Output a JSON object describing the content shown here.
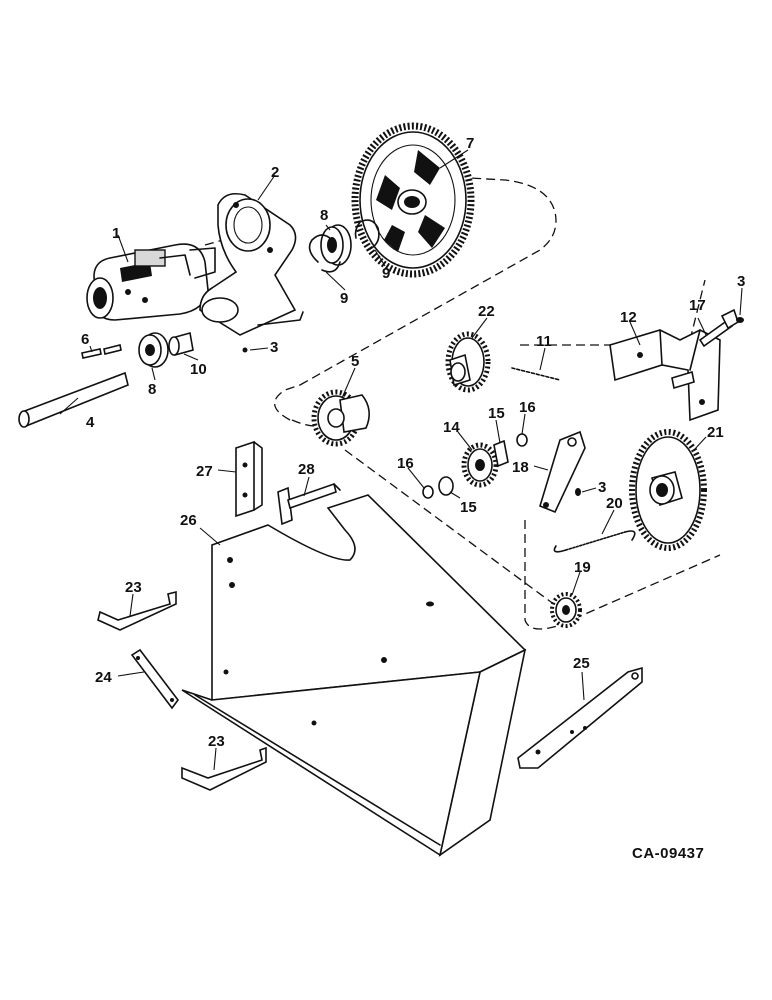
{
  "drawing_code": "CA-09437",
  "callouts": [
    {
      "id": "c1",
      "text": "1"
    },
    {
      "id": "c2",
      "text": "2"
    },
    {
      "id": "c3a",
      "text": "3"
    },
    {
      "id": "c3b",
      "text": "3"
    },
    {
      "id": "c3c",
      "text": "3"
    },
    {
      "id": "c4",
      "text": "4"
    },
    {
      "id": "c5",
      "text": "5"
    },
    {
      "id": "c6",
      "text": "6"
    },
    {
      "id": "c7",
      "text": "7"
    },
    {
      "id": "c8a",
      "text": "8"
    },
    {
      "id": "c8b",
      "text": "8"
    },
    {
      "id": "c9a",
      "text": "9"
    },
    {
      "id": "c9b",
      "text": "9"
    },
    {
      "id": "c10",
      "text": "10"
    },
    {
      "id": "c11",
      "text": "11"
    },
    {
      "id": "c12",
      "text": "12"
    },
    {
      "id": "c14",
      "text": "14"
    },
    {
      "id": "c15a",
      "text": "15"
    },
    {
      "id": "c15b",
      "text": "15"
    },
    {
      "id": "c16a",
      "text": "16"
    },
    {
      "id": "c16b",
      "text": "16"
    },
    {
      "id": "c17",
      "text": "17"
    },
    {
      "id": "c18",
      "text": "18"
    },
    {
      "id": "c19",
      "text": "19"
    },
    {
      "id": "c20",
      "text": "20"
    },
    {
      "id": "c21",
      "text": "21"
    },
    {
      "id": "c22",
      "text": "22"
    },
    {
      "id": "c23a",
      "text": "23"
    },
    {
      "id": "c23b",
      "text": "23"
    },
    {
      "id": "c24",
      "text": "24"
    },
    {
      "id": "c25",
      "text": "25"
    },
    {
      "id": "c26",
      "text": "26"
    },
    {
      "id": "c27",
      "text": "27"
    },
    {
      "id": "c28",
      "text": "28"
    }
  ]
}
